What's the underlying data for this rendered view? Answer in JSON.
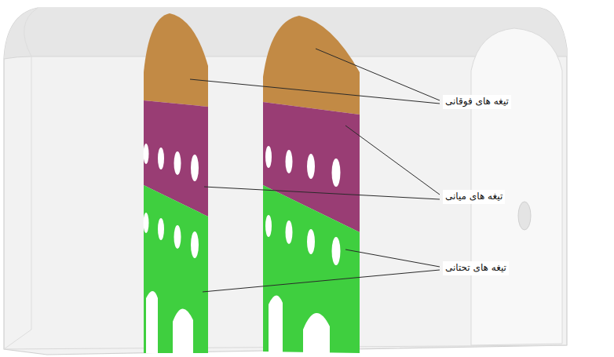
{
  "diagram": {
    "labels": [
      "تیغه های فوقانی",
      "تیغه های میانی",
      "تیغه های تحتانی"
    ]
  }
}
